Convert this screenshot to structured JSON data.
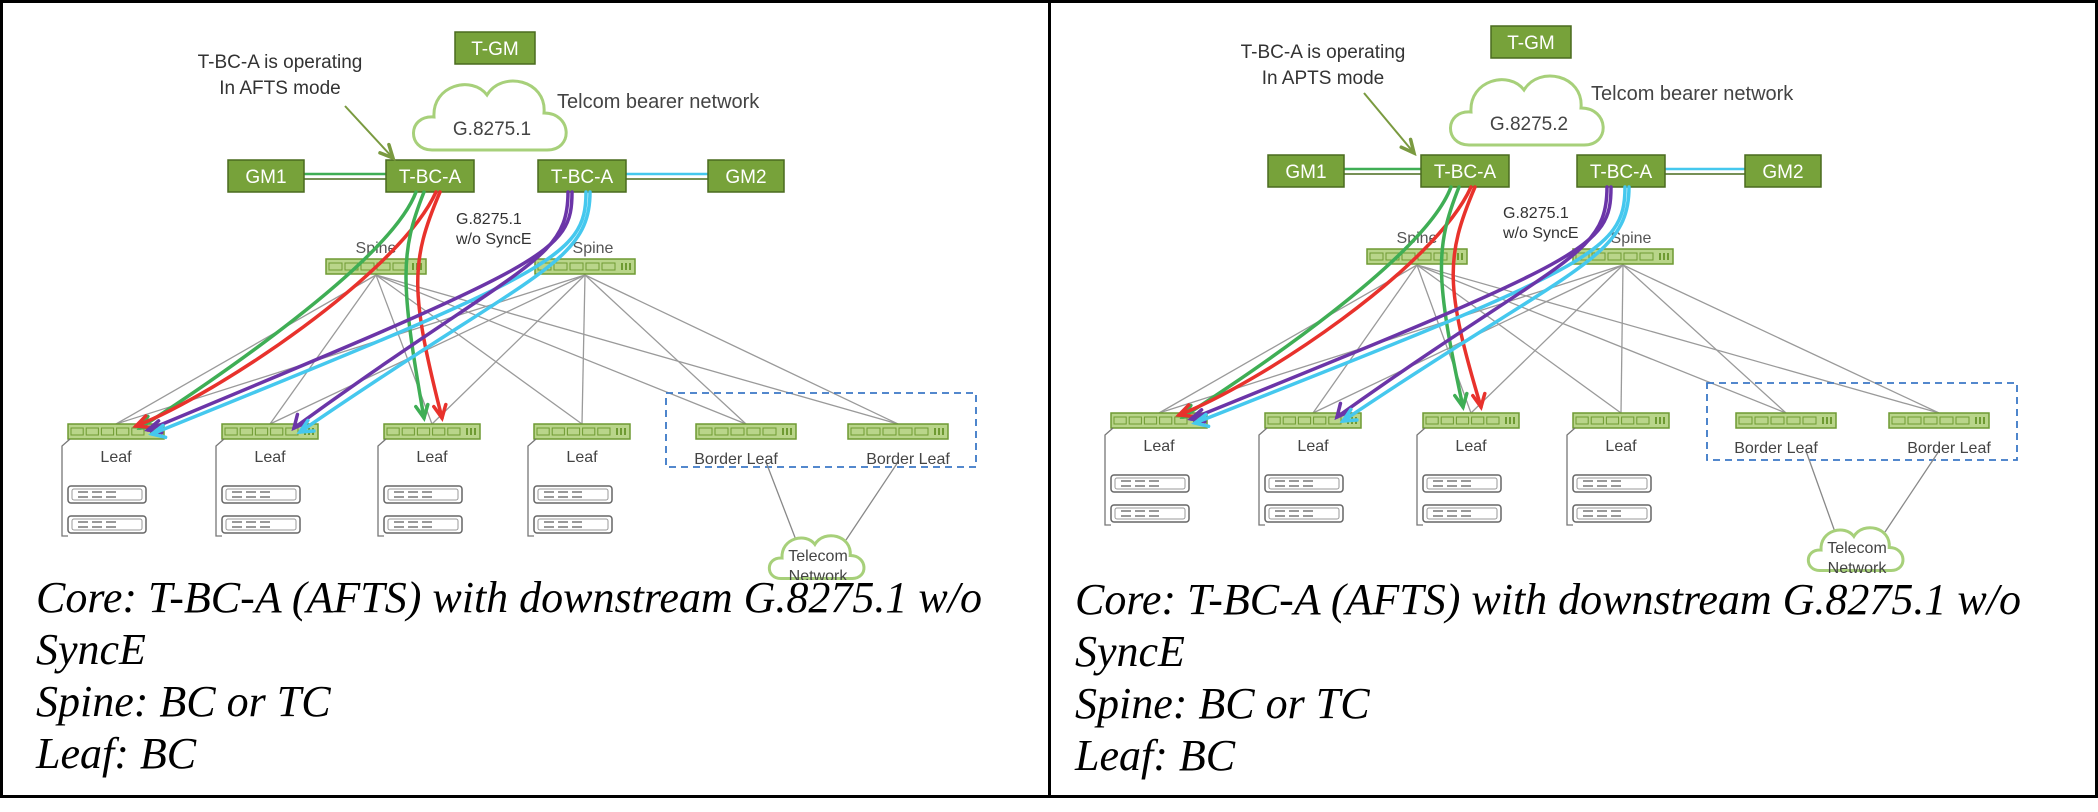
{
  "panels": [
    {
      "annotation_line1": "T-BC-A is operating",
      "annotation_line2": "In AFTS mode",
      "tgm_label": "T-GM",
      "cloud_label": "G.8275.1",
      "bearer_label": "Telcom bearer network",
      "gm1_label": "GM1",
      "gm2_label": "GM2",
      "tbca_left_label": "T-BC-A",
      "tbca_right_label": "T-BC-A",
      "profile_line1": "G.8275.1",
      "profile_line2": "w/o SyncE",
      "spine_left_label": "Spine",
      "spine_right_label": "Spine",
      "leaf_labels": [
        "Leaf",
        "Leaf",
        "Leaf",
        "Leaf"
      ],
      "border_leaf_labels": [
        "Border Leaf",
        "Border Leaf"
      ],
      "telecom_line1": "Telecom",
      "telecom_line2": "Network",
      "caption": [
        "Core: T-BC-A (AFTS) with downstream G.8275.1 w/o",
        "SyncE",
        "Spine: BC or TC",
        "Leaf: BC"
      ]
    },
    {
      "annotation_line1": "T-BC-A is operating",
      "annotation_line2": "In APTS mode",
      "tgm_label": "T-GM",
      "cloud_label": "G.8275.2",
      "bearer_label": "Telcom bearer network",
      "gm1_label": "GM1",
      "gm2_label": "GM2",
      "tbca_left_label": "T-BC-A",
      "tbca_right_label": "T-BC-A",
      "profile_line1": "G.8275.1",
      "profile_line2": "w/o SyncE",
      "spine_left_label": "Spine",
      "spine_right_label": "Spine",
      "leaf_labels": [
        "Leaf",
        "Leaf",
        "Leaf",
        "Leaf"
      ],
      "border_leaf_labels": [
        "Border Leaf",
        "Border Leaf"
      ],
      "telecom_line1": "Telecom",
      "telecom_line2": "Network",
      "caption": [
        "Core: T-BC-A (AFTS) with downstream G.8275.1 w/o",
        "SyncE",
        "Spine: BC or TC",
        "Leaf: BC"
      ]
    }
  ],
  "colors": {
    "device_green": "#77a23a",
    "device_dark": "#4a6b1f",
    "cloud_stroke": "#a7d07a",
    "arrow_red": "#e8322c",
    "arrow_green": "#3fae55",
    "arrow_purple": "#6b35a8",
    "arrow_cyan": "#45c8ee",
    "mesh_grey": "#9a9a9a",
    "border_box": "#3b78c6"
  }
}
